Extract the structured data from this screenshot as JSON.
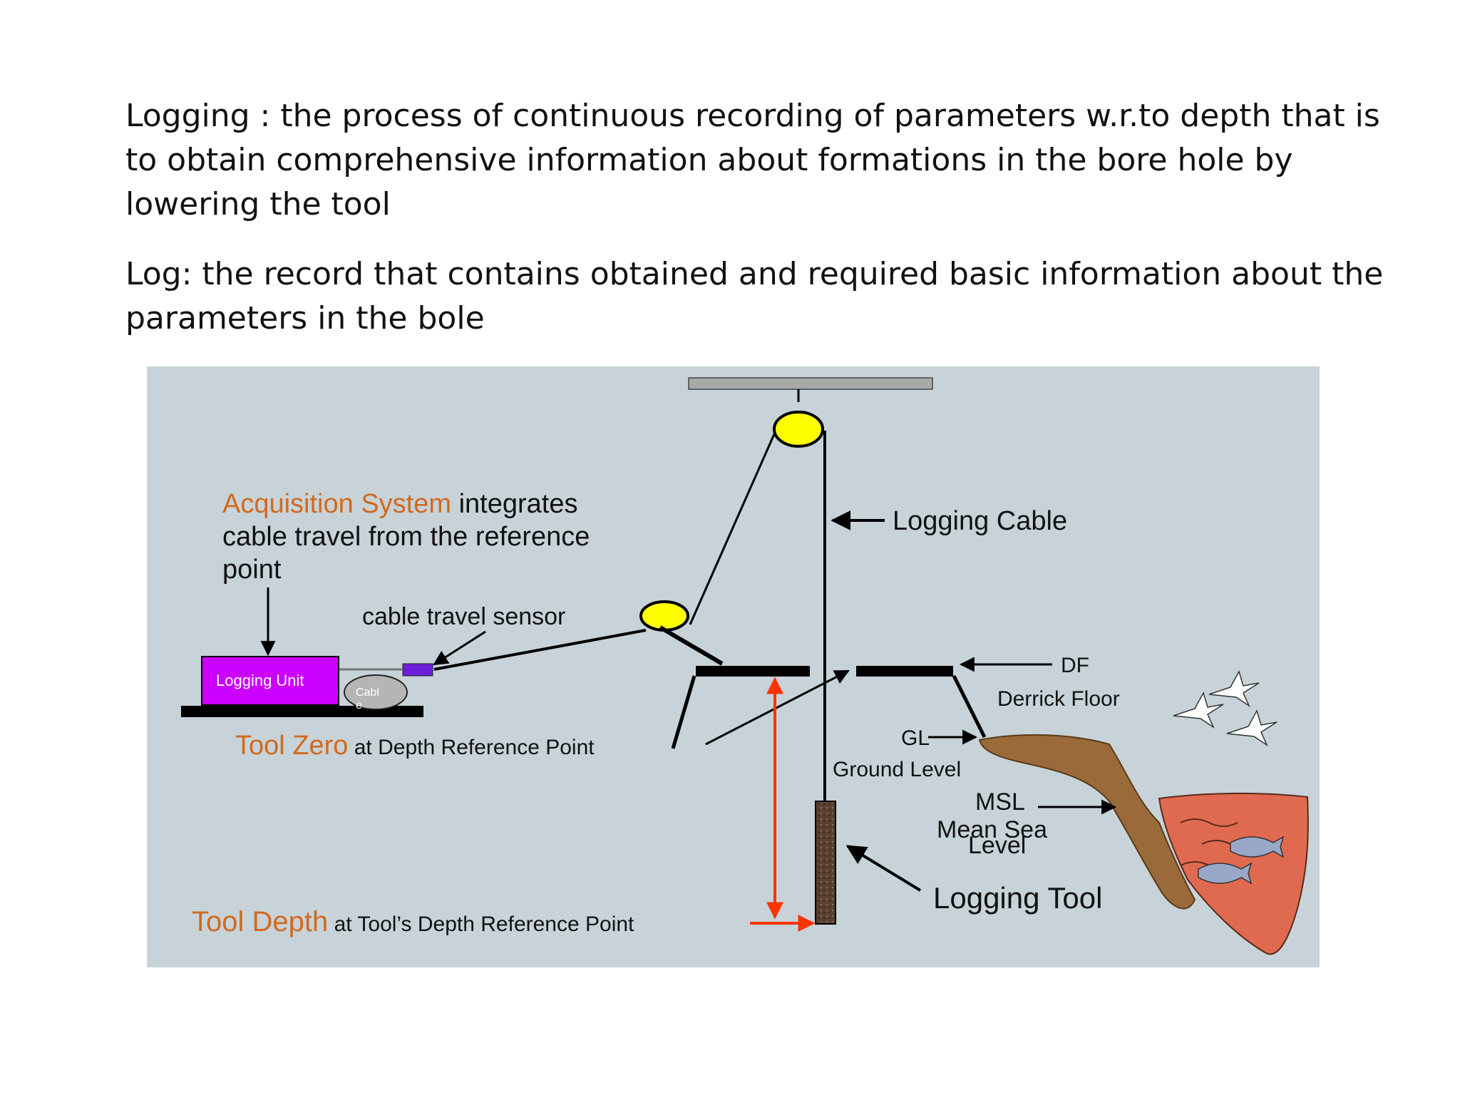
{
  "definitions": {
    "logging": "Logging : the process of continuous recording of parameters w.r.to depth that is to obtain comprehensive information about  formations in the bore hole by lowering the tool",
    "log": "Log: the record that contains obtained and required basic information about the parameters in the bole"
  },
  "diagram": {
    "acquisition_system": {
      "highlight": "Acquisition System",
      "line1_rest": " integrates",
      "line2": "cable travel from the reference",
      "line3": "point"
    },
    "cable_travel_sensor": "cable travel sensor",
    "logging_unit": "Logging Unit",
    "cable_drum_line1": "Cabl",
    "cable_drum_line2": "e",
    "tool_zero": {
      "highlight": "Tool  Zero",
      "rest": " at Depth Reference Point"
    },
    "tool_depth": {
      "highlight": "Tool Depth",
      "rest": " at Tool’s Depth Reference Point"
    },
    "logging_cable": "Logging Cable",
    "df": "DF",
    "derrick_floor": "Derrick Floor",
    "gl": "GL",
    "ground_level": "Ground Level",
    "msl": "MSL",
    "mean_sea": "Mean Sea",
    "level": "Level",
    "logging_tool": "Logging Tool",
    "colors": {
      "background": "#c7d3d8",
      "highlight_orange": "#d2691e",
      "logging_unit": "#cc00ff",
      "sensor": "#6a1fd6",
      "pulley": "#ffff00",
      "depth_arrow": "#ff3300",
      "ground": "#9b6a3a",
      "sea": "#e06a50"
    }
  }
}
